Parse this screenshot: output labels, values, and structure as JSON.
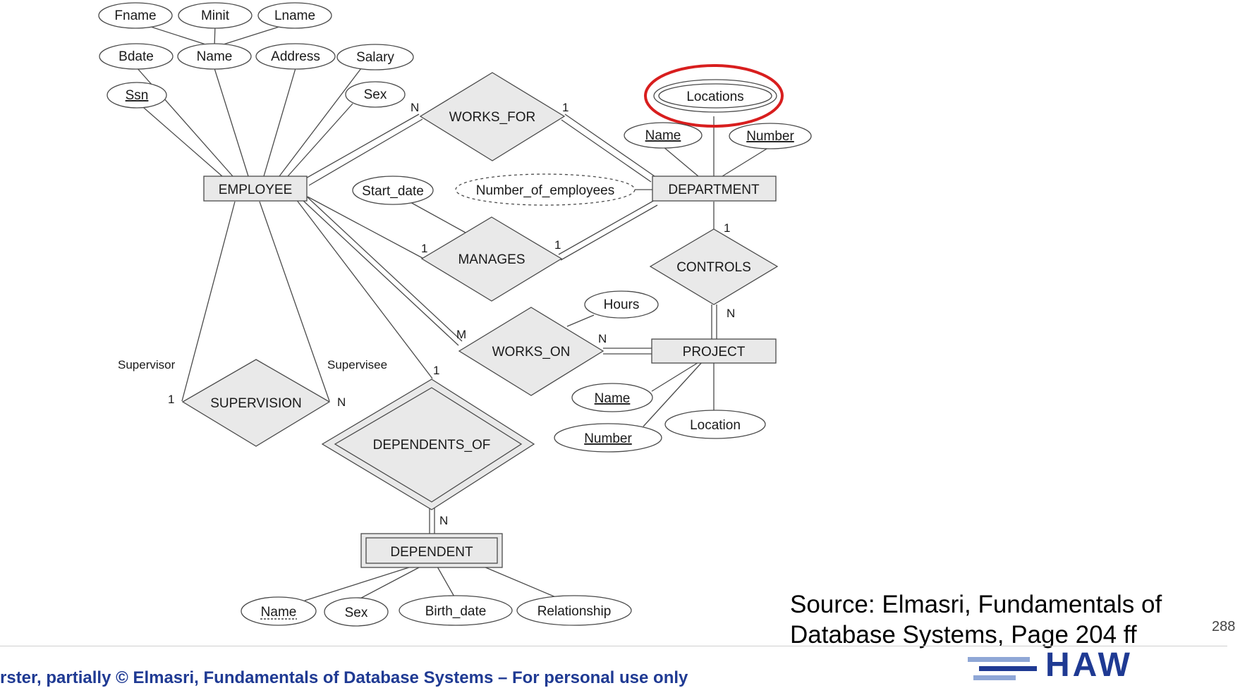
{
  "diagram": {
    "entities": {
      "employee": "EMPLOYEE",
      "department": "DEPARTMENT",
      "project": "PROJECT",
      "dependent": "DEPENDENT"
    },
    "relationships": {
      "works_for": "WORKS_FOR",
      "manages": "MANAGES",
      "works_on": "WORKS_ON",
      "controls": "CONTROLS",
      "supervision": "SUPERVISION",
      "dependents_of": "DEPENDENTS_OF"
    },
    "attributes": {
      "fname": "Fname",
      "minit": "Minit",
      "lname": "Lname",
      "bdate": "Bdate",
      "emp_name": "Name",
      "address": "Address",
      "salary": "Salary",
      "ssn": "Ssn",
      "emp_sex": "Sex",
      "start_date": "Start_date",
      "number_of_employees": "Number_of_employees",
      "locations": "Locations",
      "dept_name": "Name",
      "dept_number": "Number",
      "hours": "Hours",
      "proj_name": "Name",
      "proj_number": "Number",
      "location": "Location",
      "dep_name": "Name",
      "dep_sex": "Sex",
      "birth_date": "Birth_date",
      "relationship": "Relationship"
    },
    "cardinalities": {
      "works_for_emp": "N",
      "works_for_dept": "1",
      "manages_emp": "1",
      "manages_dept": "1",
      "controls_dept": "1",
      "controls_proj": "N",
      "works_on_emp": "M",
      "works_on_proj": "N",
      "dependents_of_emp": "1",
      "dependents_of_dep": "N",
      "supervision_supervisor": "1",
      "supervision_supervisee": "N"
    },
    "roles": {
      "supervisor": "Supervisor",
      "supervisee": "Supervisee"
    },
    "highlight_color": "#d81e1e"
  },
  "source": {
    "line1": "Source: Elmasri, Fundamentals of",
    "line2": "Database Systems, Page 204 ff"
  },
  "page_number": "288",
  "footer": {
    "text": "rster, partially © Elmasri, Fundamentals of Database Systems – For personal use only"
  },
  "logo": {
    "text": "HAW",
    "colors": {
      "dark": "#1f3a93",
      "light": "#8fa7d6"
    }
  }
}
